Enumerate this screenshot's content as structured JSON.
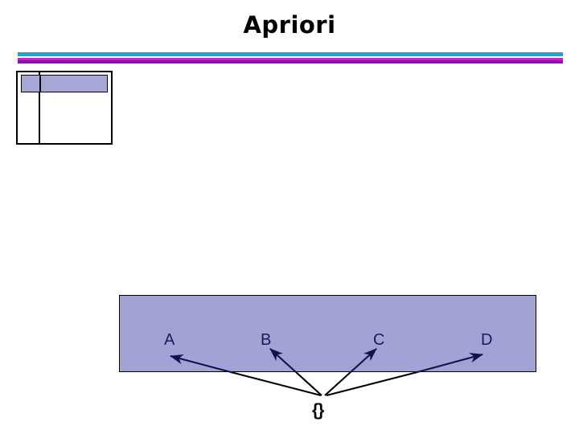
{
  "slide": {
    "title": "Apriori",
    "rules": [
      {
        "name": "teal-rule",
        "color": "#19a9ce"
      },
      {
        "name": "magenta-rule",
        "color": "#cc22cc"
      },
      {
        "name": "purple-rule",
        "color": "#7b1fa2"
      }
    ]
  },
  "table": {
    "header_fill": "#a5a8d6",
    "border_color": "#000000",
    "header_cells": [
      "",
      ""
    ],
    "body_cells": [
      "",
      ""
    ]
  },
  "lattice": {
    "band_fill": "#a0a3d4",
    "label_color": "#1a1a5e",
    "items": [
      {
        "label": "A"
      },
      {
        "label": "B"
      },
      {
        "label": "C"
      },
      {
        "label": "D"
      }
    ],
    "root": {
      "label": "{}"
    },
    "arrow_color_inside": "#1a1a5e",
    "arrow_color_outside": "#000000"
  }
}
